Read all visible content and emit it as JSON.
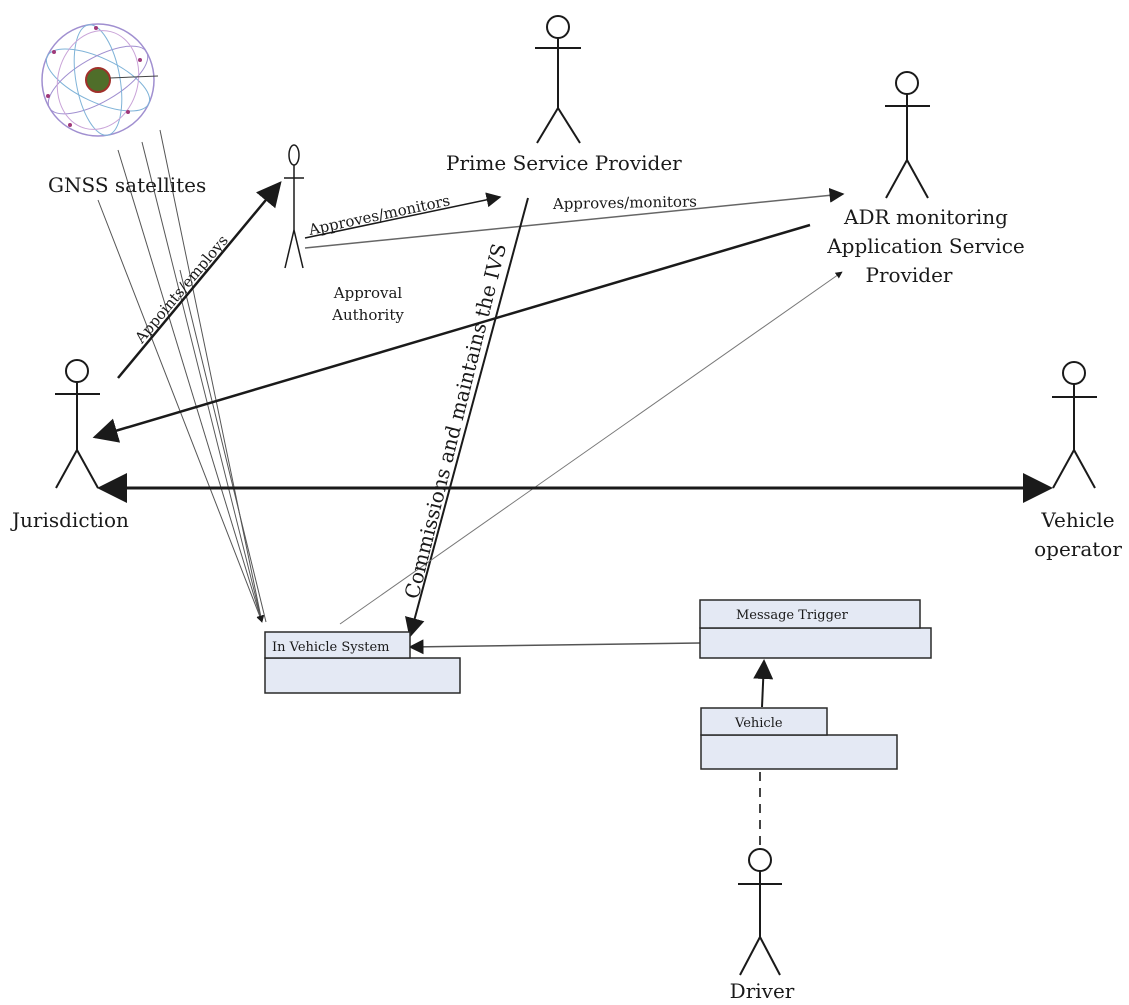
{
  "actors": {
    "gnss": "GNSS satellites",
    "prime": "Prime Service Provider",
    "adr": [
      "ADR monitoring",
      "Application Service",
      "Provider"
    ],
    "approval": [
      "Approval",
      "Authority"
    ],
    "jurisdiction": "Jurisdiction",
    "operator": [
      "Vehicle",
      "operator"
    ],
    "driver": "Driver"
  },
  "components": {
    "ivs": "In Vehicle System",
    "trigger": "Message Trigger",
    "vehicle": "Vehicle"
  },
  "relations": {
    "appoints": "Appoints/employs",
    "approves1": "Approves/monitors",
    "approves2": "Approves/monitors",
    "commissions": "Commissions and maintains the IVS"
  },
  "colors": {
    "stroke": "#1a1a1a",
    "box_fill": "#e4e9f4"
  }
}
